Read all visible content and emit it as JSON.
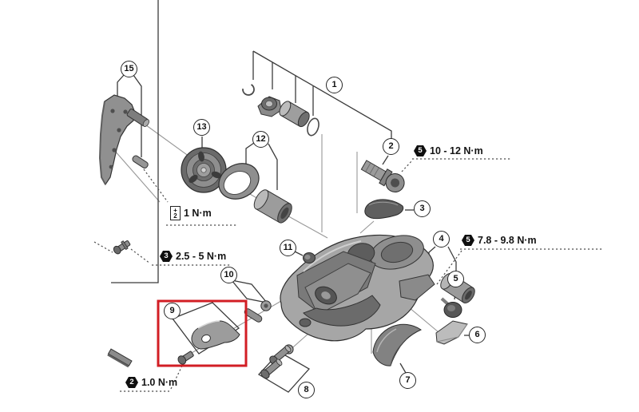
{
  "diagram": {
    "type": "exploded-parts-diagram",
    "background_color": "#ffffff",
    "highlight_box": {
      "color": "#d21e24",
      "part_ref": "9"
    },
    "callouts": [
      {
        "label": "1"
      },
      {
        "label": "2"
      },
      {
        "label": "3"
      },
      {
        "label": "4"
      },
      {
        "label": "5"
      },
      {
        "label": "6"
      },
      {
        "label": "7"
      },
      {
        "label": "8"
      },
      {
        "label": "9"
      },
      {
        "label": "10"
      },
      {
        "label": "11"
      },
      {
        "label": "12"
      },
      {
        "label": "13"
      },
      {
        "label": "15"
      }
    ],
    "torque_notes": [
      {
        "tool": "hex-key",
        "size": "5",
        "text": "10 - 12 N·m"
      },
      {
        "tool": "hex-key",
        "size": "5",
        "text": "7.8 - 9.8 N·m"
      },
      {
        "tool": "hex-key",
        "size": "3",
        "text": "2.5 - 5 N·m"
      },
      {
        "tool": "phillips-screwdriver",
        "size": "2",
        "symbol": "+",
        "text": "1 N·m"
      },
      {
        "tool": "hex-key",
        "size": "2",
        "text": "1.0 N·m"
      }
    ]
  }
}
